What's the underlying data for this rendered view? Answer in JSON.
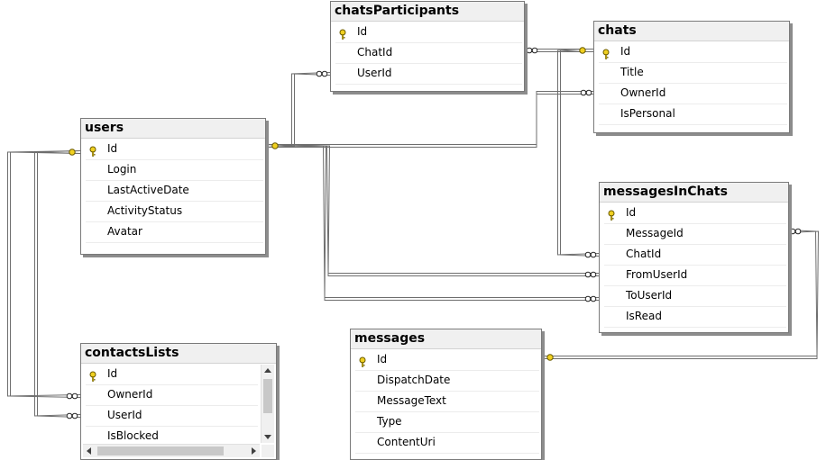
{
  "tables": {
    "chatsParticipants": {
      "title": "chatsParticipants",
      "columns": [
        "Id",
        "ChatId",
        "UserId"
      ]
    },
    "chats": {
      "title": "chats",
      "columns": [
        "Id",
        "Title",
        "OwnerId",
        "IsPersonal"
      ]
    },
    "users": {
      "title": "users",
      "columns": [
        "Id",
        "Login",
        "LastActiveDate",
        "ActivityStatus",
        "Avatar"
      ]
    },
    "messagesInChats": {
      "title": "messagesInChats",
      "columns": [
        "Id",
        "MessageId",
        "ChatId",
        "FromUserId",
        "ToUserId",
        "IsRead"
      ]
    },
    "contactsLists": {
      "title": "contactsLists",
      "columns": [
        "Id",
        "OwnerId",
        "UserId",
        "IsBlocked"
      ]
    },
    "messages": {
      "title": "messages",
      "columns": [
        "Id",
        "DispatchDate",
        "MessageText",
        "Type",
        "ContentUri"
      ]
    }
  },
  "colors": {
    "connector": "#6e6e6e",
    "key_fill": "#f0d020",
    "key_outline": "#6a5a00"
  }
}
